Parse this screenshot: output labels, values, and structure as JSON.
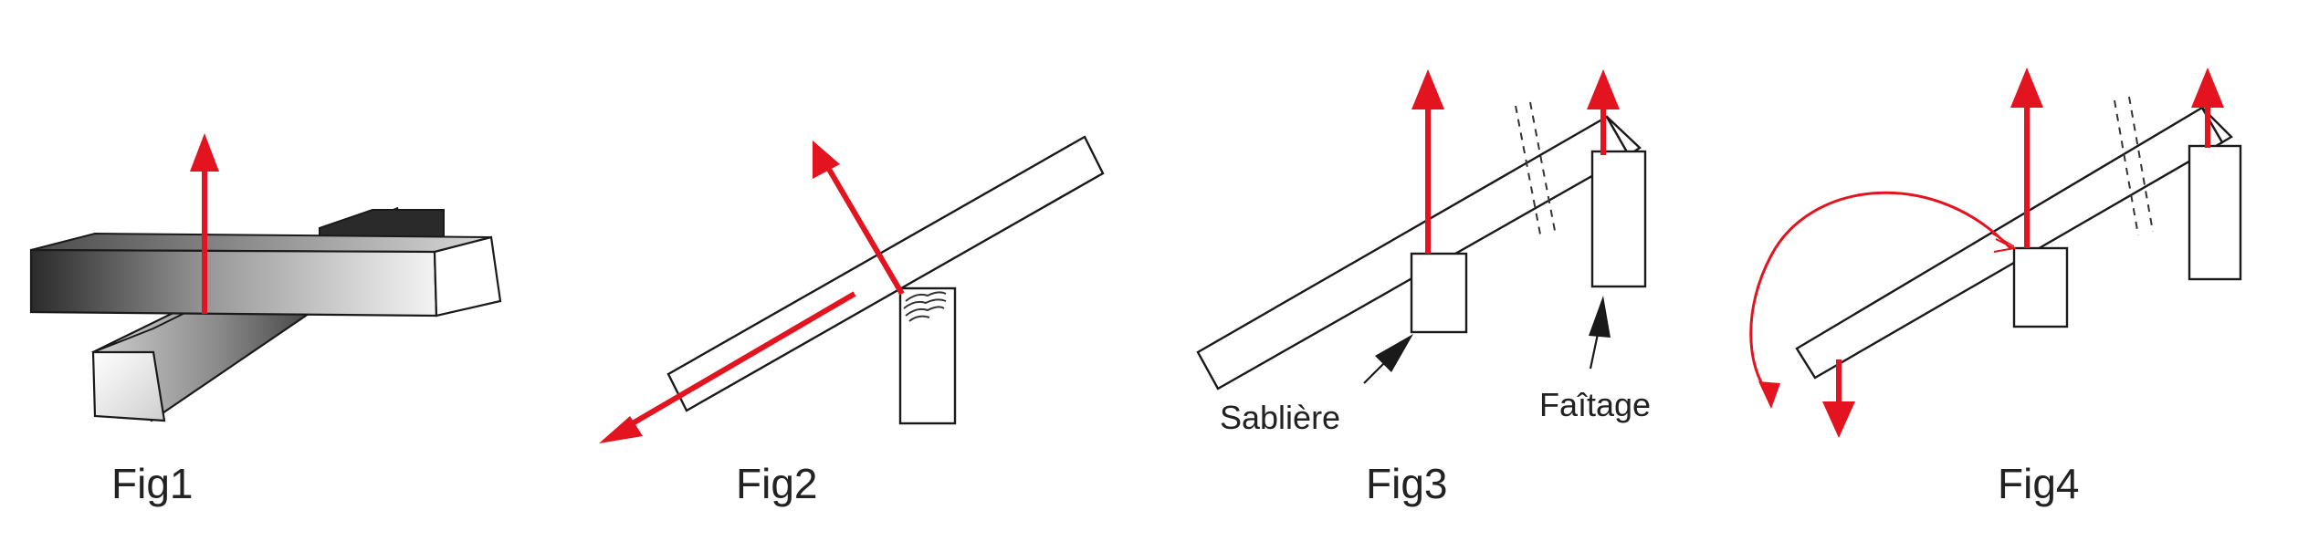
{
  "figures": [
    {
      "id": "fig1",
      "label": "Fig1"
    },
    {
      "id": "fig2",
      "label": "Fig2"
    },
    {
      "id": "fig3",
      "label": "Fig3",
      "callouts": {
        "left": "Sablière",
        "right": "Faîtage"
      }
    },
    {
      "id": "fig4",
      "label": "Fig4"
    }
  ],
  "colors": {
    "force_arrow": "#e3141f",
    "outline": "#1a1a1a",
    "beam_dark": "#2a2a2a",
    "beam_light": "#ffffff"
  }
}
